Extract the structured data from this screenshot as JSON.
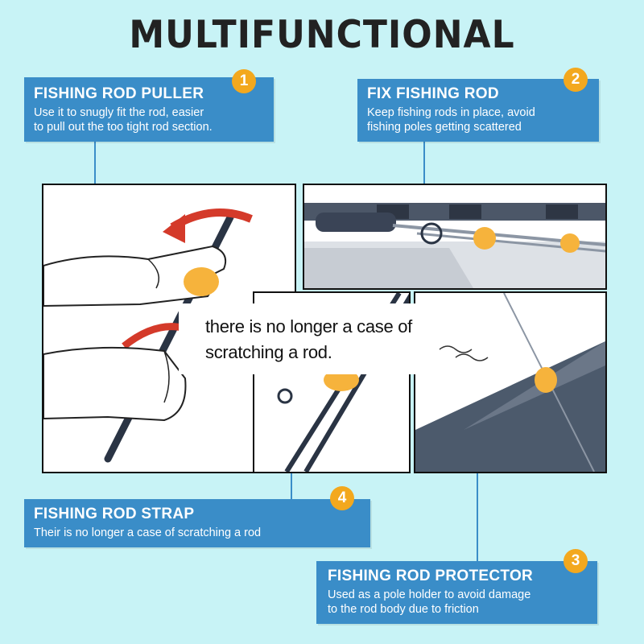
{
  "title": "MULTIFUNCTIONAL",
  "callouts": {
    "c1": {
      "number": "1",
      "heading": "FISHING ROD PULLER",
      "line1": "Use it to snugly fit the rod, easier",
      "line2": "to pull out the too tight rod section."
    },
    "c2": {
      "number": "2",
      "heading": "FIX FISHING ROD",
      "line1": "Keep fishing rods in place, avoid",
      "line2": "fishing poles getting scattered"
    },
    "c3": {
      "number": "3",
      "heading": "FISHING ROD PROTECTOR",
      "line1": "Used as a pole holder to avoid damage",
      "line2": "to the rod body due to friction"
    },
    "c4": {
      "number": "4",
      "heading": "FISHING ROD STRAP",
      "line1": "Their is no longer a case of scratching a rod"
    }
  },
  "overlay": {
    "line1": "there is no longer a case of",
    "line2": "scratching a rod."
  },
  "colors": {
    "background": "#c8f3f6",
    "callout_blue": "#3a8dc8",
    "badge_orange": "#f3a81e",
    "product_orange": "#f6b33c",
    "arrow_red": "#d43a2a"
  }
}
